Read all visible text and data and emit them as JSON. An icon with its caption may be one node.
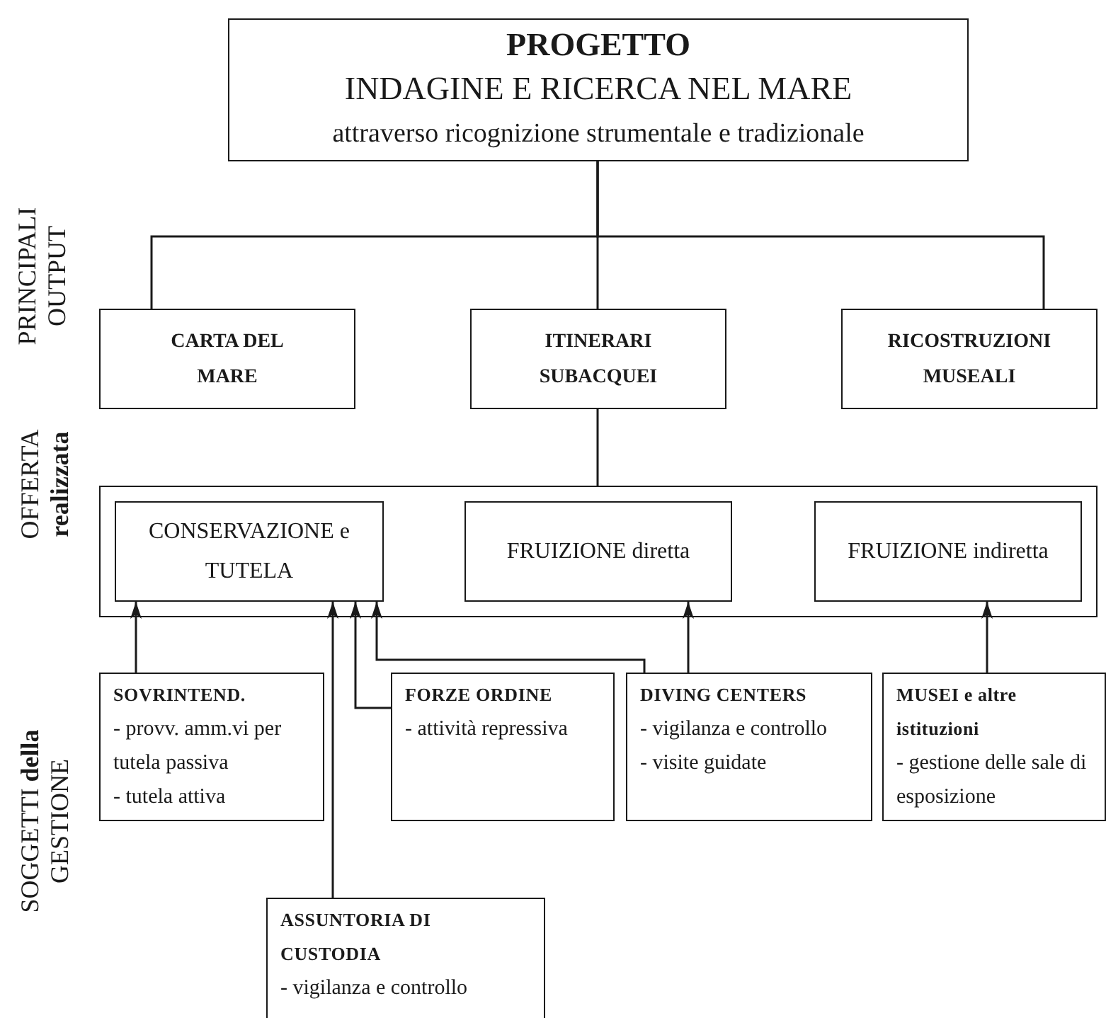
{
  "diagram": {
    "nodes": [
      {
        "text": [
          "PROGETTO",
          "INDAGINE E RICERCA NEL MARE",
          "attraverso ricognizione strumentale e tradizionale"
        ]
      },
      {
        "text": [
          "CARTA DEL MARE"
        ]
      },
      {
        "text": [
          "ITINERARI SUBACQUEI"
        ]
      },
      {
        "text": [
          "RICOSTRUZIONI MUSEALI"
        ]
      },
      {
        "text": [],
        "shape": "box"
      },
      {
        "text": [
          "CONSERVAZIONE e TUTELA"
        ],
        "in": 4
      },
      {
        "text": [
          "FRUIZIONE diretta"
        ],
        "in": 4
      },
      {
        "text": [
          "FRUIZIONE indiretta"
        ],
        "in": 4
      },
      {
        "text": [
          "SOVRINTEND.",
          "- provv. amm.vi per tutela passiva",
          "- tutela attiva"
        ]
      },
      {
        "text": [
          "FORZE ORDINE",
          "- attività repressiva"
        ]
      },
      {
        "text": [
          "DIVING CENTERS",
          "- vigilanza e controllo",
          "- visite guidate"
        ]
      },
      {
        "text": [
          "MUSEI e altre istituzioni",
          "- gestione delle sale di esposizione"
        ]
      },
      {
        "text": [
          "ASSUNTORIA DI CUSTODIA",
          "- vigilanza e controllo"
        ]
      }
    ],
    "edges": [
      {
        "from": 0,
        "to": 1,
        "arrow": "none"
      },
      {
        "from": 0,
        "to": 2,
        "arrow": "none"
      },
      {
        "from": 0,
        "to": 3,
        "arrow": "none"
      },
      {
        "from": 2,
        "to": 4,
        "arrow": "none"
      },
      {
        "from": 8,
        "to": 5,
        "arrow": "to"
      },
      {
        "from": 12,
        "to": 5,
        "arrow": "to"
      },
      {
        "from": 9,
        "to": 5,
        "arrow": "to"
      },
      {
        "from": 10,
        "to": 5,
        "arrow": "to"
      },
      {
        "from": 10,
        "to": 6,
        "arrow": "to"
      },
      {
        "from": 11,
        "to": 7,
        "arrow": "to"
      }
    ],
    "labels": [
      "PRINCIPALI OUTPUT",
      "OFFERTA **realizzata**",
      "SOGGETTI **della** GESTIONE"
    ]
  }
}
